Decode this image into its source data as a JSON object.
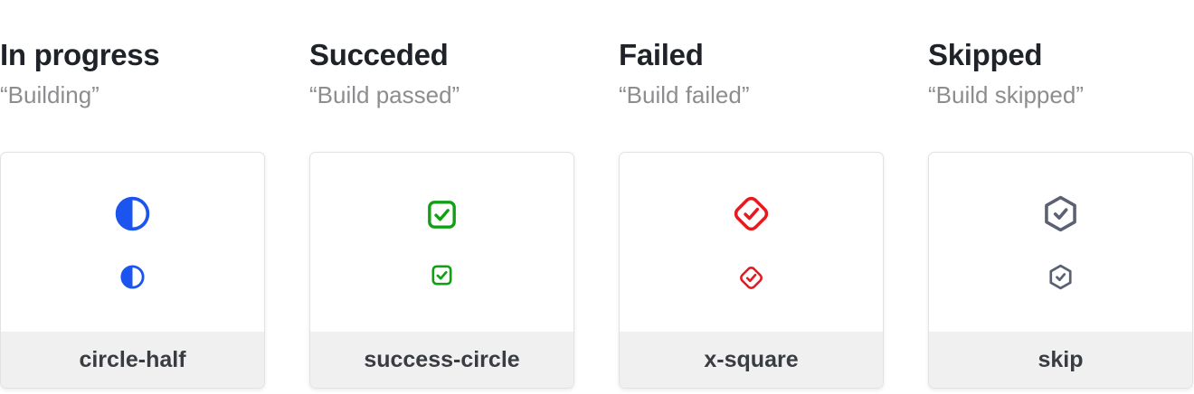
{
  "columns": [
    {
      "status_title": "In progress",
      "build_message": "“Building”",
      "icon": "circle-half-icon",
      "icon_label": "circle-half",
      "icon_color": "#1c54f0"
    },
    {
      "status_title": "Succeded",
      "build_message": "“Build passed”",
      "icon": "check-square-icon",
      "icon_label": "success-circle",
      "icon_color": "#11a014"
    },
    {
      "status_title": "Failed",
      "build_message": "“Build failed”",
      "icon": "check-diamond-icon",
      "icon_label": "x-square",
      "icon_color": "#e9181f"
    },
    {
      "status_title": "Skipped",
      "build_message": "“Build skipped”",
      "icon": "check-hexagon-icon",
      "icon_label": "skip",
      "icon_color": "#5a6173"
    }
  ],
  "colors": {
    "page_background": "#ffffff",
    "title_text": "#1f2228",
    "quote_text": "#8d8d90",
    "label_text": "#393c41",
    "card_border": "#e2e2e2",
    "footer_background": "#f0f0f0"
  }
}
